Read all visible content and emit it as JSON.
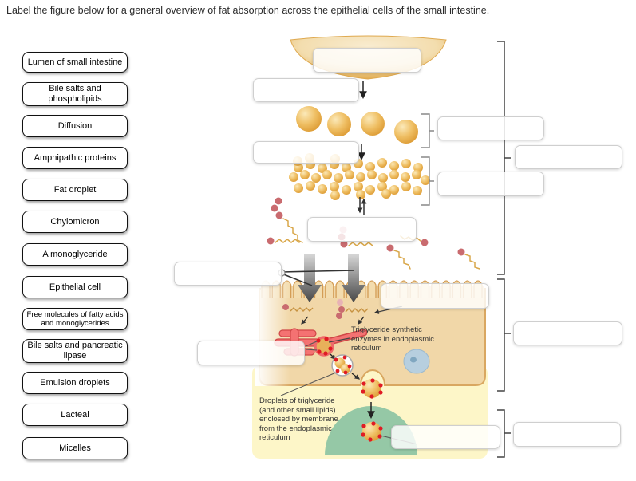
{
  "title": "Label the figure below for a general overview of fat absorption across the epithelial cells of the small intestine.",
  "sidebar": {
    "items": [
      "Lumen of small intestine",
      "Bile salts and phospholipids",
      "Diffusion",
      "Amphipathic proteins",
      "Fat droplet",
      "Chylomicron",
      "A monoglyceride",
      "Epithelial cell",
      "Free molecules of fatty acids and monoglycerides",
      "Bile salts and pancreatic lipase",
      "Emulsion droplets",
      "Lacteal",
      "Micelles"
    ]
  },
  "diagram": {
    "annotations": {
      "er_enzymes": "Triglyceride synthetic enzymes in endoplasmic reticulum",
      "droplets_membrane": "Droplets of triglyceride (and other small lipids) enclosed by membrane from the endoplasmic reticulum"
    },
    "colors": {
      "fat_gold": "#e8b45a",
      "cell_tan": "#f1d7a8",
      "cell_outline": "#d9a761",
      "lacteal_green": "#95c8a6",
      "er_red": "#f47272",
      "nucleus_blue": "#b7cfdf",
      "lipid_dot_red": "#e01b24",
      "interstitial_yellow": "#fdf6c8"
    }
  }
}
